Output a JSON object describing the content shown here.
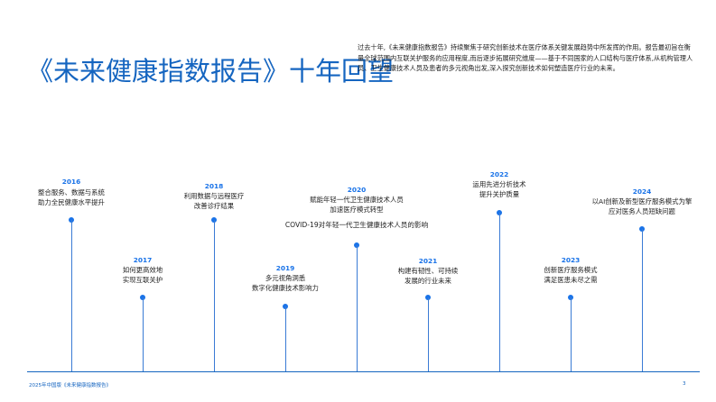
{
  "header": {
    "title": "《未来健康指数报告》十年回望",
    "intro": "过去十年,《未来健康指数报告》持续聚焦于研究创新技术在医疗体系关键发展趋势中所发挥的作用。报告最初旨在衡量全球范围内互联关护服务的应用程度,而后逐步拓展研究维度——基于不同国家的人口结构与医疗体系,从机构管理人员、卫生健康技术人员及患者的多元视角出发,深入探究创新技术如何塑造医疗行业的未来。"
  },
  "timeline": {
    "milestones": [
      {
        "year": "2016",
        "lines": [
          "整合服务、数据与系统",
          "助力全民健康水平提升"
        ]
      },
      {
        "year": "2017",
        "lines": [
          "如何更高效地",
          "实现互联关护"
        ]
      },
      {
        "year": "2018",
        "lines": [
          "利用数据与远程医疗",
          "改善诊疗结果"
        ]
      },
      {
        "year": "2019",
        "lines": [
          "多元视角洞悉",
          "数字化健康技术影响力"
        ]
      },
      {
        "year": "2020",
        "lines": [
          "赋能年轻一代卫生健康技术人员",
          "加速医疗模式转型"
        ],
        "sub": "COVID-19对年轻一代卫生健康技术人员的影响"
      },
      {
        "year": "2021",
        "lines": [
          "构建有韧性、可持续",
          "发展的行业未来"
        ]
      },
      {
        "year": "2022",
        "lines": [
          "运用先进分析技术",
          "提升关护质量"
        ]
      },
      {
        "year": "2023",
        "lines": [
          "创新医疗服务模式",
          "满足医患未尽之需"
        ]
      },
      {
        "year": "2024",
        "lines": [
          "以AI创新及新型医疗服务模式为擎",
          "应对医务人员短缺问题"
        ]
      }
    ]
  },
  "footer": {
    "left": "2025年中国版《未来健康指数报告》",
    "page": "3"
  },
  "colors": {
    "accent": "#1565c0",
    "dot": "#1a73e8"
  }
}
